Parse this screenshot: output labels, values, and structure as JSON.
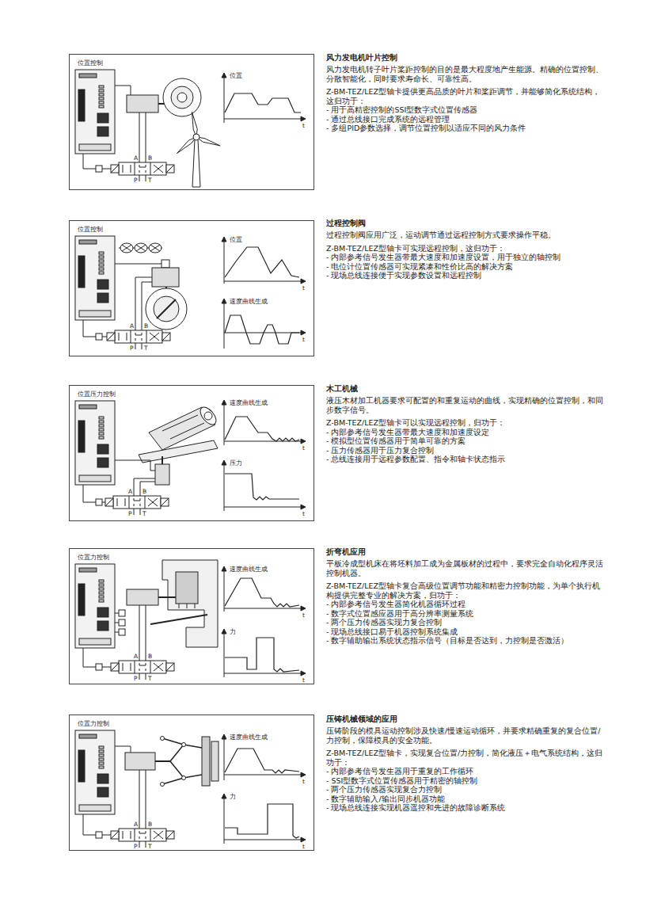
{
  "diagram": {
    "nodes": [
      {
        "text": [
          "位置控制"
        ]
      },
      {
        "text": [
          "位置控制"
        ]
      },
      {
        "text": [
          "位置压力控制"
        ]
      },
      {
        "text": [
          "位置力控制"
        ]
      },
      {
        "text": [
          "位置力控制"
        ]
      }
    ],
    "labels": [
      "位置",
      "t",
      "A",
      "B",
      "P",
      "T",
      "风力发电机叶片控制",
      "风力发电机转子叶片桨距控制的目的是最大程度地产生能源。精确的位置控制、分散智能化，同时要求寿命长、可靠性高。",
      "Z-BM-TEZ/LEZ型轴卡提供更高品质的叶片和桨距调节，并能够简化系统结构，这归功于：",
      "- 用于高精密控制的SSI型数字式位置传感器",
      "- 通过总线接口完成系统的远程管理",
      "- 多组PID参数选择，调节位置控制以适应不同的风力条件",
      "位置",
      "t",
      "速度曲线生成",
      "t",
      "A",
      "B",
      "P",
      "T",
      "过程控制阀",
      "过程控制阀应用广泛，运动调节通过远程控制方式要求操作平稳。",
      "Z-BM-TEZ/LEZ型轴卡可实现远程控制，这归功于：",
      "- 内部参考信号发生器带最大速度和加速度设置，用于独立的轴控制",
      "- 电位计位置传感器可实现紧凑和性价比高的解决方案",
      "- 现场总线连接便于实现参数设置和远程控制",
      "速度曲线生成",
      "t",
      "压力",
      "t",
      "A",
      "B",
      "P",
      "T",
      "木工机械",
      "液压木材加工机器要求可配置的和重复运动的曲线，实现精确的位置控制，和同步数字信号。",
      "Z-BM-TEZ/LEZ型轴卡可以实现远程控制，归功于：",
      "- 内部参考信号发生器带最大速度和加速度设定",
      "- 模拟型位置传感器用于简单可靠的方案",
      "- 压力传感器用于压力复合控制",
      "- 总线连接用于远程参数配置、指令和轴卡状态指示",
      "速度曲线生成",
      "t",
      "力",
      "t",
      "A",
      "B",
      "P",
      "T",
      "折弯机应用",
      "平板冷成型机床在将坯料加工成为金属板材的过程中，要求完全自动化程序灵活控制机器。",
      "Z-BM-TEZ/LEZ型轴卡复合高级位置调节功能和精密力控制功能，为单个执行机构提供完整专业的解决方案，归功于：",
      "- 内部参考信号发生器简化机器循环过程",
      "- 数字式位置感应器用于高分辨率测量系统",
      "- 两个压力传感器实现力复合控制",
      "- 现场总线接口易于机器控制系统集成",
      "- 数字辅助输出系统状态指示信号（目标是否达到，力控制是否激活）",
      "速度曲线生成",
      "t",
      "力",
      "t",
      "A",
      "B",
      "P",
      "T",
      "压铸机械领域的应用",
      "压铸阶段的模具运动控制涉及快速/慢速运动循环，并要求精确重复的复合位置/力控制，保障模具的安全功能。",
      "Z-BM-TEZ/LEZ型轴卡，实现复合位置/力控制，简化液压＋电气系统结构，这归功于：",
      "- 内部参考信号发生器用于重复的工作循环",
      "- SSI型数字式位置传感器用于精密的轴控制",
      "- 两个压力传感器实现复合力控制",
      "- 数字辅助输入/输出同步机器功能",
      "- 现场总线连接实现机器遥控和先进的故障诊断系统"
    ]
  }
}
